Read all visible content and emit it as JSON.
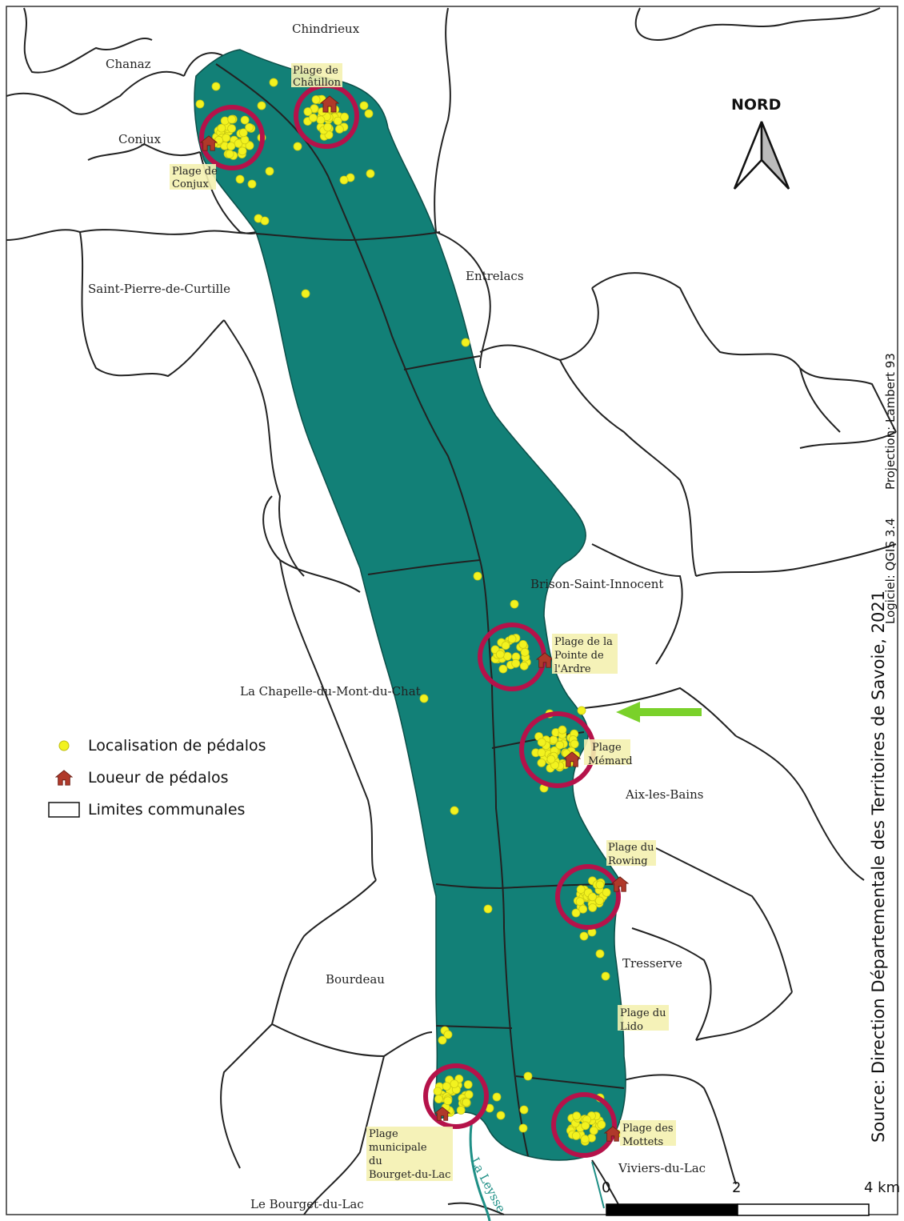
{
  "map": {
    "communes": [
      {
        "id": "chindrieux",
        "label": "Chindrieux"
      },
      {
        "id": "chanaz",
        "label": "Chanaz"
      },
      {
        "id": "conjux",
        "label": "Conjux"
      },
      {
        "id": "saint-pierre",
        "label": "Saint-Pierre-de-Curtille"
      },
      {
        "id": "entrelacs",
        "label": "Entrelacs"
      },
      {
        "id": "brison",
        "label": "Brison-Saint-Innocent"
      },
      {
        "id": "chapelle",
        "label": "La Chapelle-du-Mont-du-Chat"
      },
      {
        "id": "aix",
        "label": "Aix-les-Bains"
      },
      {
        "id": "tresserve",
        "label": "Tresserve"
      },
      {
        "id": "bourdeau",
        "label": "Bourdeau"
      },
      {
        "id": "viviers",
        "label": "Viviers-du-Lac"
      },
      {
        "id": "bourget",
        "label": "Le Bourget-du-Lac"
      }
    ],
    "beaches": [
      {
        "id": "chatillon",
        "lines": [
          "Plage de",
          "Châtillon"
        ]
      },
      {
        "id": "conjux",
        "lines": [
          "Plage de",
          "Conjux"
        ]
      },
      {
        "id": "ardre",
        "lines": [
          "Plage de la",
          "Pointe de",
          "l'Ardre"
        ]
      },
      {
        "id": "memard",
        "lines": [
          "Plage",
          "Mémard"
        ]
      },
      {
        "id": "rowing",
        "lines": [
          "Plage du",
          "Rowing"
        ]
      },
      {
        "id": "lido",
        "lines": [
          "Plage du",
          "Lido"
        ]
      },
      {
        "id": "mottets",
        "lines": [
          "Plage des",
          "Mottets"
        ]
      },
      {
        "id": "bourget",
        "lines": [
          "Plage",
          "municipale",
          "du",
          "Bourget-du-Lac"
        ]
      }
    ],
    "river": "La Leysse",
    "north": "NORD",
    "scale": {
      "ticks": [
        "0",
        "2",
        "4 km"
      ]
    },
    "colors": {
      "lake": "#128077",
      "points": "#f2f21f",
      "circle": "#b5124a",
      "house": "#b0392a",
      "arrow": "#7ad12a"
    }
  },
  "legend": {
    "items": [
      {
        "icon": "yellow-dot-icon",
        "label": "Localisation de pédalos"
      },
      {
        "icon": "house-icon",
        "label": "Loueur de pédalos"
      },
      {
        "icon": "rectangle-icon",
        "label": "Limites communales"
      }
    ]
  },
  "credits": {
    "source": "Source: Direction Départementale des Territoires de Savoie, 2021",
    "software": "Logiciel: QGIS 3.4",
    "projection": "Projection: Lambert 93"
  }
}
